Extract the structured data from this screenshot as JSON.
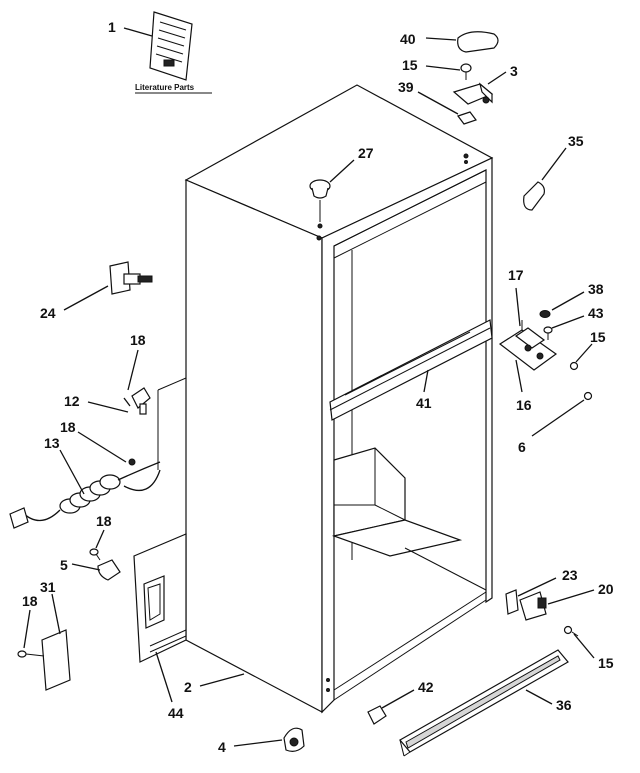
{
  "literature_caption": "Literature Parts",
  "callouts": [
    {
      "id": "c1",
      "label": "1"
    },
    {
      "id": "c40",
      "label": "40"
    },
    {
      "id": "c15a",
      "label": "15"
    },
    {
      "id": "c3",
      "label": "3"
    },
    {
      "id": "c39",
      "label": "39"
    },
    {
      "id": "c27",
      "label": "27"
    },
    {
      "id": "c35",
      "label": "35"
    },
    {
      "id": "c24",
      "label": "24"
    },
    {
      "id": "c17",
      "label": "17"
    },
    {
      "id": "c38",
      "label": "38"
    },
    {
      "id": "c43",
      "label": "43"
    },
    {
      "id": "c15b",
      "label": "15"
    },
    {
      "id": "c18a",
      "label": "18"
    },
    {
      "id": "c12",
      "label": "12"
    },
    {
      "id": "c41",
      "label": "41"
    },
    {
      "id": "c16",
      "label": "16"
    },
    {
      "id": "c6",
      "label": "6"
    },
    {
      "id": "c18b",
      "label": "18"
    },
    {
      "id": "c13",
      "label": "13"
    },
    {
      "id": "c18c",
      "label": "18"
    },
    {
      "id": "c5",
      "label": "5"
    },
    {
      "id": "c23",
      "label": "23"
    },
    {
      "id": "c20",
      "label": "20"
    },
    {
      "id": "c31",
      "label": "31"
    },
    {
      "id": "c18d",
      "label": "18"
    },
    {
      "id": "c15c",
      "label": "15"
    },
    {
      "id": "c2",
      "label": "2"
    },
    {
      "id": "c44",
      "label": "44"
    },
    {
      "id": "c42",
      "label": "42"
    },
    {
      "id": "c36",
      "label": "36"
    },
    {
      "id": "c4",
      "label": "4"
    }
  ]
}
